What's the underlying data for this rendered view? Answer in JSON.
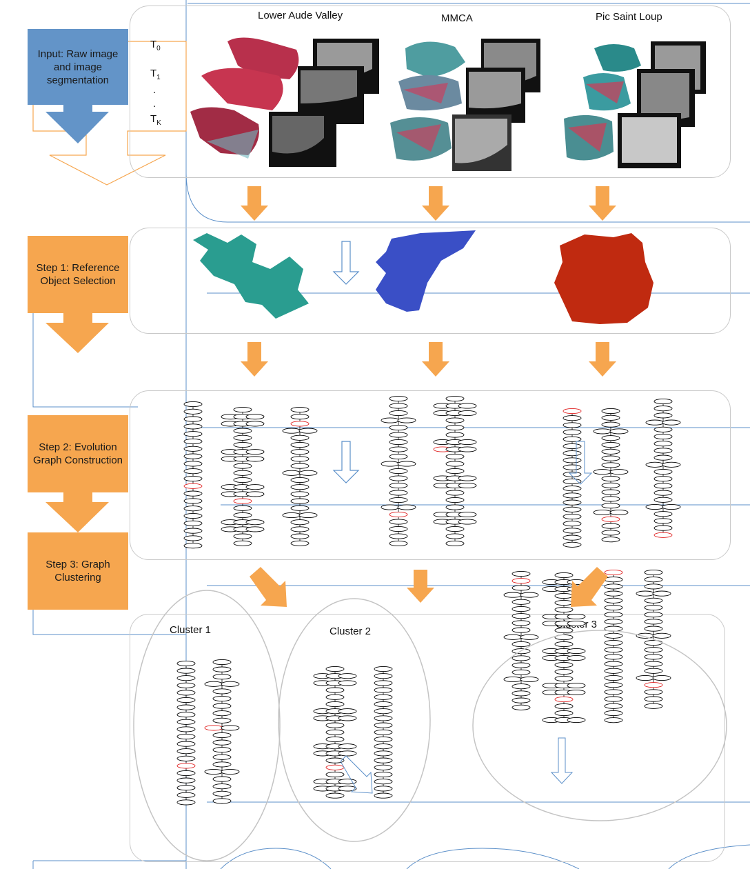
{
  "sites": [
    "Lower Aude Valley",
    "MMCA",
    "Pic Saint Loup"
  ],
  "steps": {
    "input": "Input: Raw image and image segmentation",
    "step1": "Step 1: Reference Object Selection",
    "step2": "Step 2: Evolution Graph Construction",
    "step3": "Step 3: Graph Clustering"
  },
  "time_labels": {
    "t0": "T",
    "t0_sub": "0",
    "t1": "T",
    "t1_sub": "1",
    "dot1": ".",
    "dot2": ".",
    "tk": "T",
    "tk_sub": "K"
  },
  "clusters": [
    "Cluster 1",
    "Cluster 2",
    "Cluster 3"
  ],
  "colors": {
    "input_box": "#6394c8",
    "step_box": "#f6a64f",
    "arrow": "#f6a64f",
    "teal_region": "#2a9d90",
    "blue_region": "#3a4fc6",
    "red_region": "#c02a10",
    "highlight_node": "#e02020",
    "connector_line": "#5b8fc9"
  }
}
